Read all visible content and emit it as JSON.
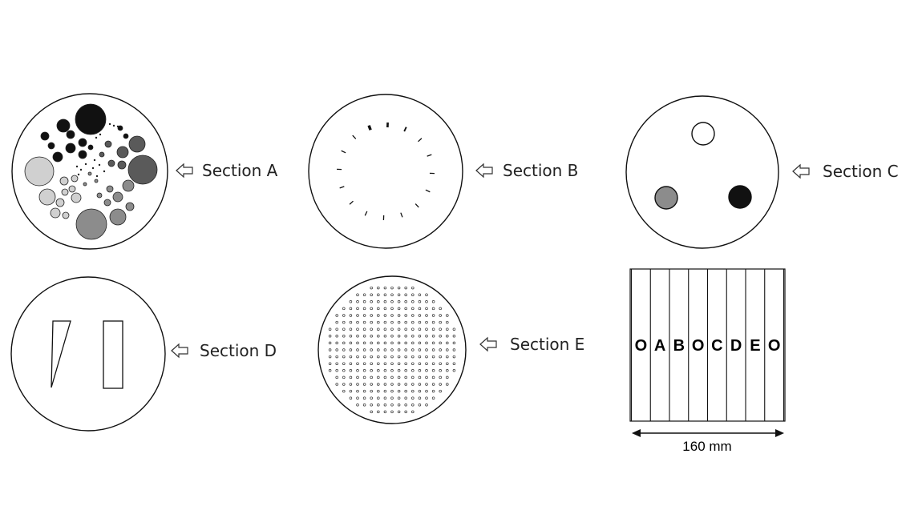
{
  "sections": {
    "a": {
      "label": "Section A"
    },
    "b": {
      "label": "Section B"
    },
    "c": {
      "label": "Section C"
    },
    "d": {
      "label": "Section D"
    },
    "e": {
      "label": "Section E"
    }
  },
  "strip_phantom": {
    "slab_labels": [
      "O",
      "A",
      "B",
      "O",
      "C",
      "D",
      "E",
      "O"
    ],
    "dimension_label": "160 mm"
  },
  "colors": {
    "outline": "#111111",
    "dark_insert": "#111111",
    "mid_insert": "#5a5a5a",
    "gray_insert": "#8c8c8c",
    "light_insert": "#d0d0d0"
  }
}
